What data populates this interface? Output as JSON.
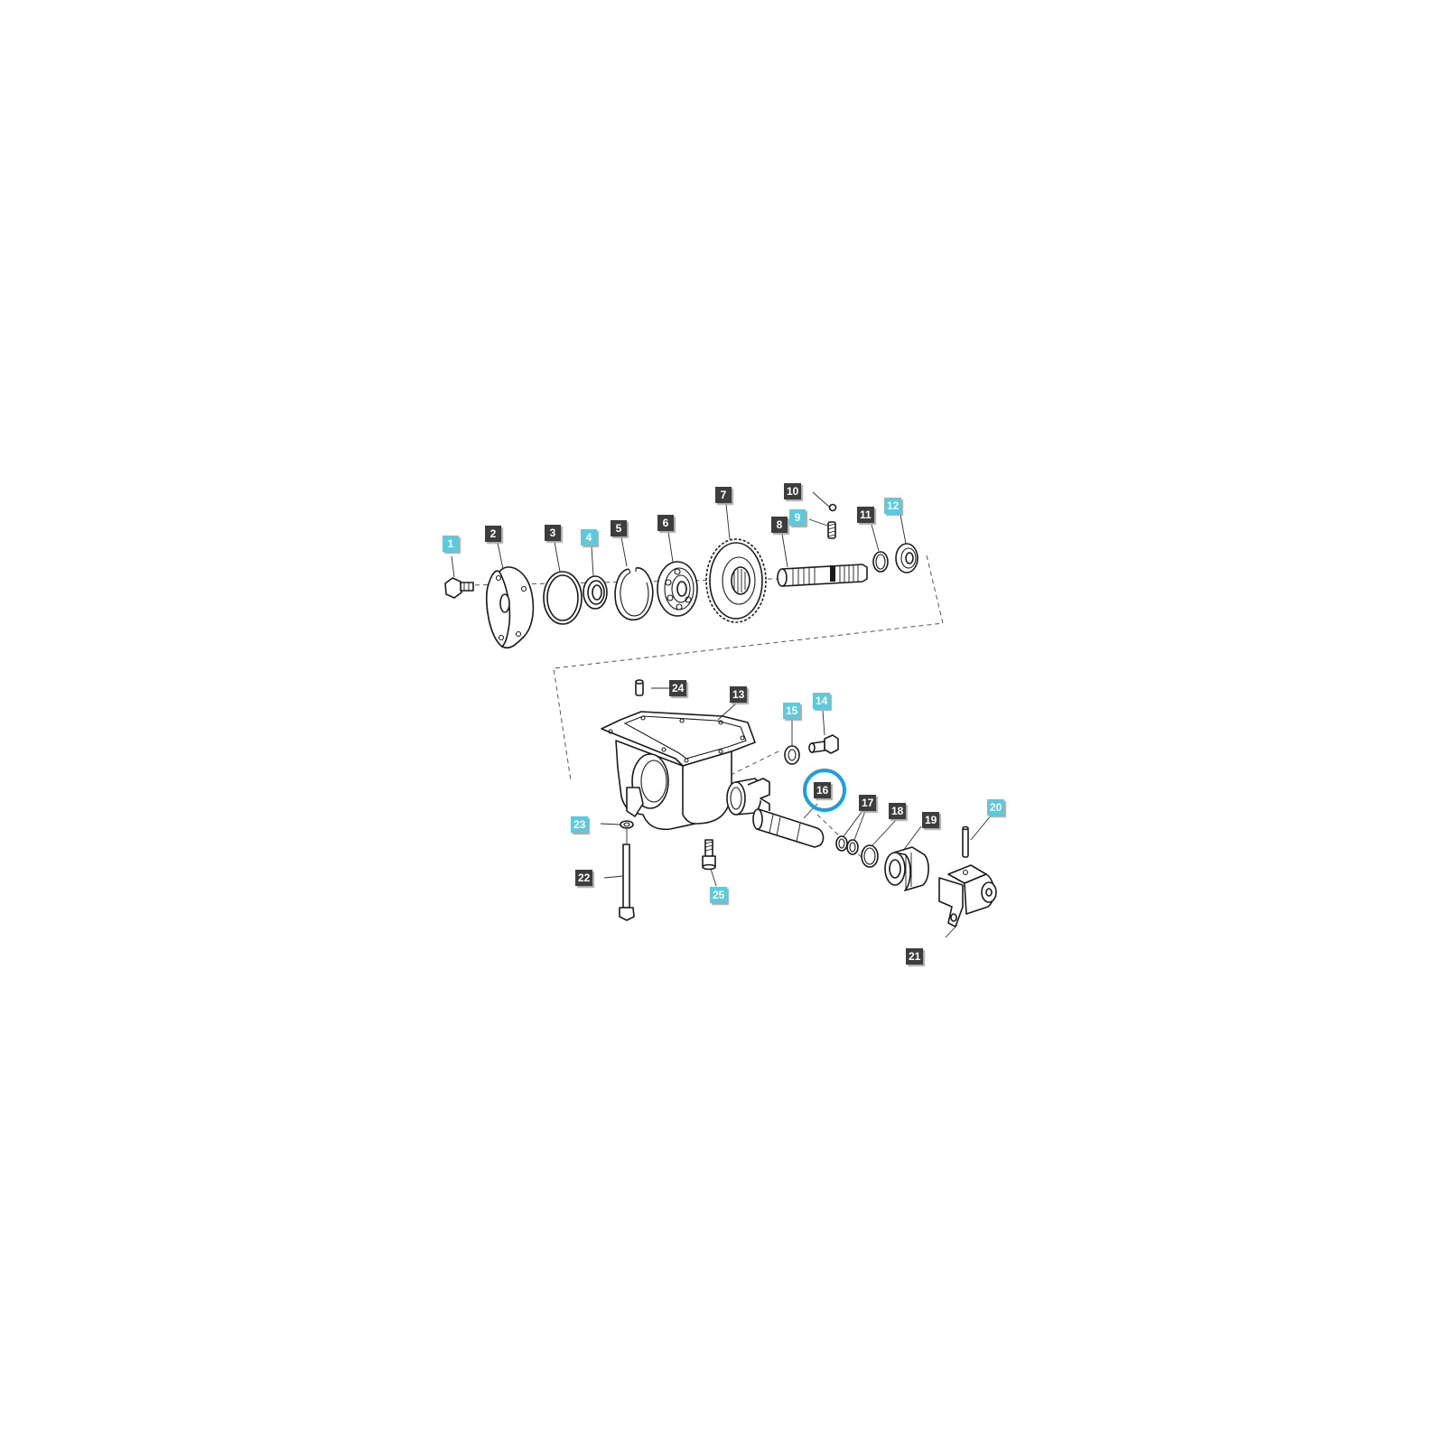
{
  "colors": {
    "dark_callout": "#3d3d3d",
    "highlight_callout": "#5dc9dc",
    "selection_ring": "#1a9fe0",
    "line": "#1a1a1a"
  },
  "selected_part": "16",
  "callouts": [
    {
      "label": "1",
      "style": "cyan"
    },
    {
      "label": "2",
      "style": "dark"
    },
    {
      "label": "3",
      "style": "dark"
    },
    {
      "label": "4",
      "style": "cyan"
    },
    {
      "label": "5",
      "style": "dark"
    },
    {
      "label": "6",
      "style": "dark"
    },
    {
      "label": "7",
      "style": "dark"
    },
    {
      "label": "8",
      "style": "dark"
    },
    {
      "label": "9",
      "style": "cyan"
    },
    {
      "label": "10",
      "style": "dark"
    },
    {
      "label": "11",
      "style": "dark"
    },
    {
      "label": "12",
      "style": "cyan"
    },
    {
      "label": "13",
      "style": "dark"
    },
    {
      "label": "14",
      "style": "cyan"
    },
    {
      "label": "15",
      "style": "cyan"
    },
    {
      "label": "16",
      "style": "dark"
    },
    {
      "label": "17",
      "style": "dark"
    },
    {
      "label": "18",
      "style": "dark"
    },
    {
      "label": "19",
      "style": "dark"
    },
    {
      "label": "20",
      "style": "cyan"
    },
    {
      "label": "21",
      "style": "dark"
    },
    {
      "label": "22",
      "style": "dark"
    },
    {
      "label": "23",
      "style": "cyan"
    },
    {
      "label": "24",
      "style": "dark"
    },
    {
      "label": "25",
      "style": "cyan"
    }
  ]
}
